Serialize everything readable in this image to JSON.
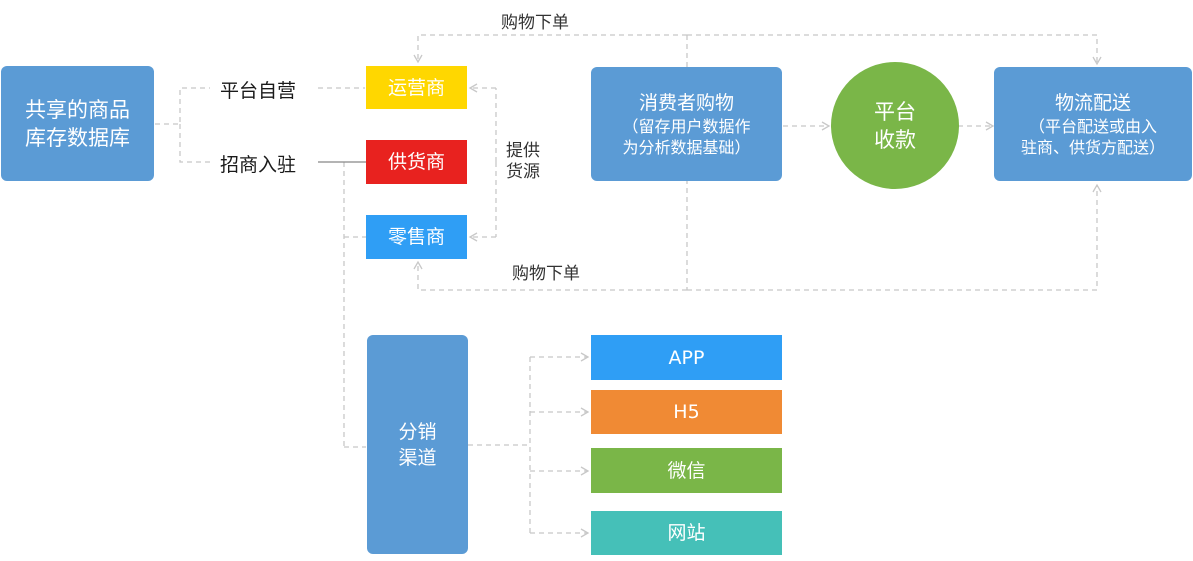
{
  "source": {
    "line1": "共享的商品",
    "line2": "库存数据库"
  },
  "modes": {
    "self_run": "平台自营",
    "merchant_join": "招商入驻"
  },
  "suppliers": {
    "operator": {
      "label": "运营商",
      "color": "#ffd700"
    },
    "supplier": {
      "label": "供货商",
      "color": "#e8221f"
    },
    "retailer": {
      "label": "零售商",
      "color": "#2f9ef5"
    }
  },
  "supply_label": {
    "line1": "提供",
    "line2": "货源"
  },
  "purchase_label_top": "购物下单",
  "purchase_label_bottom": "购物下单",
  "consumer": {
    "title": "消费者购物",
    "line2": "（留存用户数据作",
    "line3": "为分析数据基础）"
  },
  "payment": {
    "line1": "平台",
    "line2": "收款",
    "color": "#7ab648"
  },
  "logistics": {
    "title": "物流配送",
    "line2": "（平台配送或由入",
    "line3": "驻商、供货方配送）"
  },
  "distribution": {
    "line1": "分销",
    "line2": "渠道"
  },
  "channels": [
    {
      "label": "APP",
      "color": "#2f9ef5"
    },
    {
      "label": "H5",
      "color": "#f08a34"
    },
    {
      "label": "微信",
      "color": "#7ab648"
    },
    {
      "label": "网站",
      "color": "#45c0b8"
    }
  ]
}
